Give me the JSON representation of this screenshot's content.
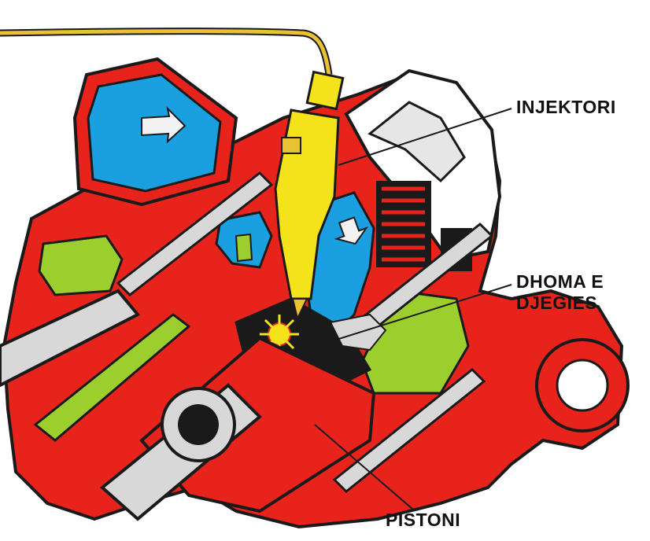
{
  "diagram": {
    "labels": {
      "injector": "INJEKTORI",
      "chamber_line1": "DHOMA E",
      "chamber_line2": "DJEGIES",
      "piston": "PISTONI"
    },
    "colors": {
      "engine_body": "#e8231c",
      "outline": "#1a1a1a",
      "coolant": "#1a9fe0",
      "oil_passage": "#9ccf2e",
      "injector": "#f4e21a",
      "fuel_line": "#e9c233",
      "metal": "#d8d8d8",
      "background": "#ffffff"
    }
  }
}
